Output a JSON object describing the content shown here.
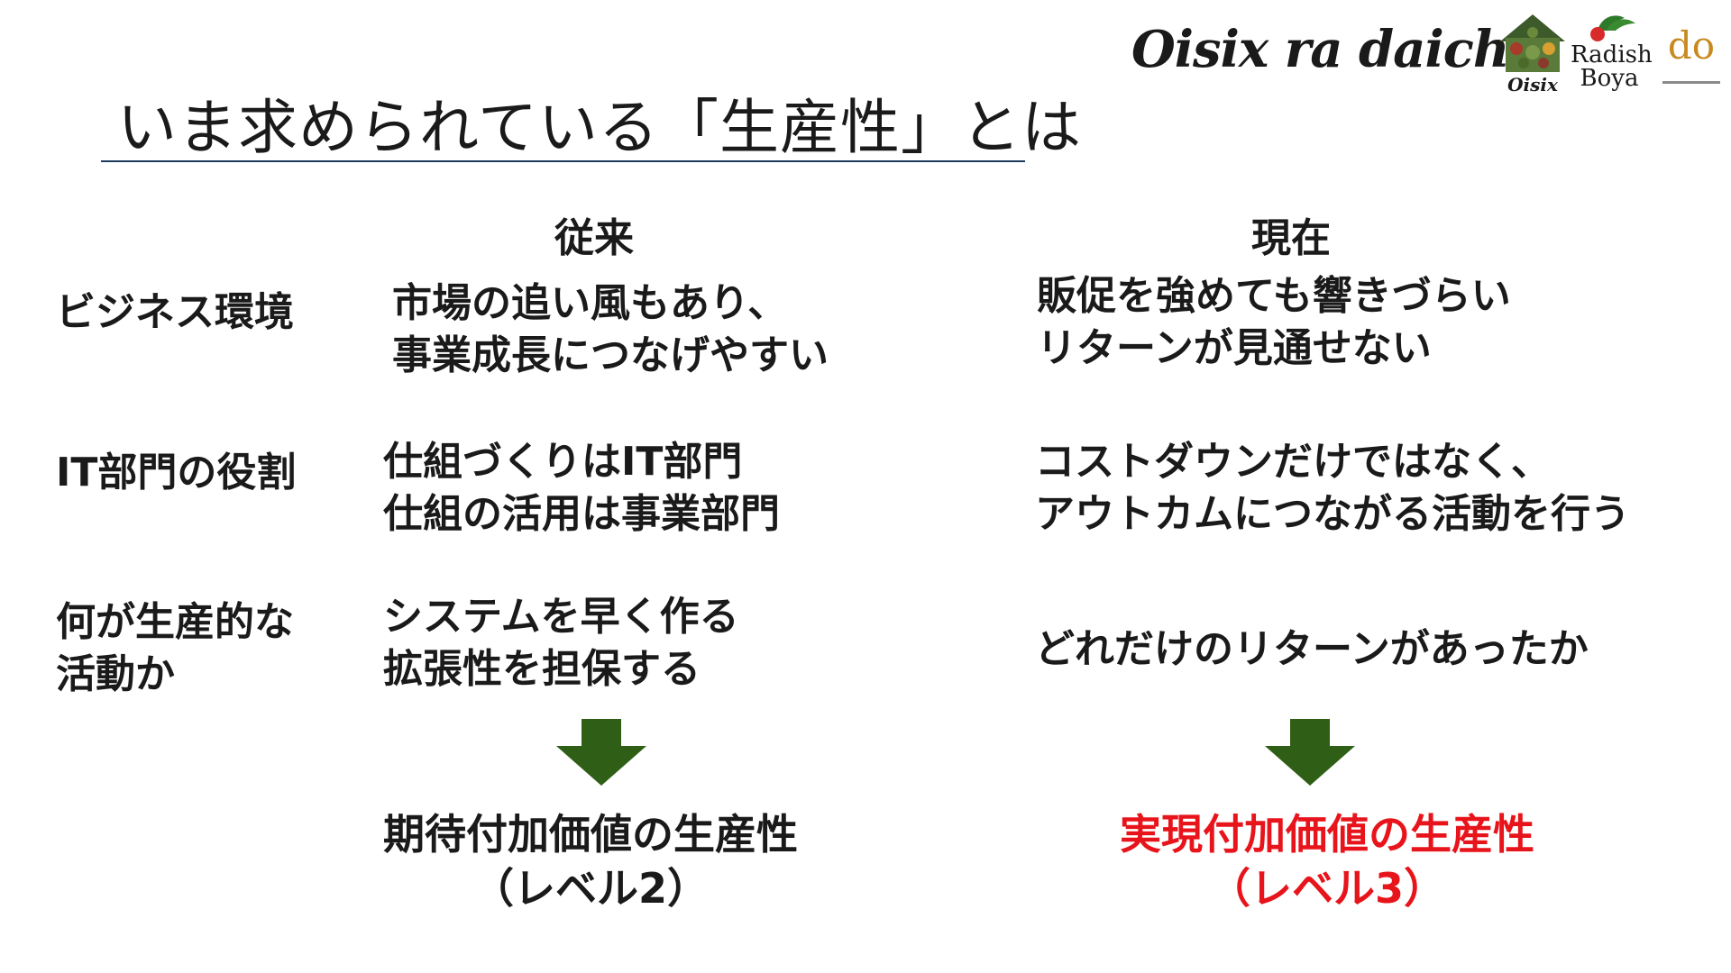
{
  "slide": {
    "title": "いま求められている「生産性」とは",
    "brand": {
      "name": "Oisix ra daichi",
      "logos": [
        {
          "name": "oisix-logo",
          "label": "Oisix"
        },
        {
          "name": "radish-boya-logo",
          "label_line1": "Radish",
          "label_line2": "Boya"
        },
        {
          "name": "daichi-logo",
          "label": "do"
        }
      ]
    },
    "columns": {
      "traditional": "従来",
      "current": "現在"
    },
    "rows": [
      {
        "label": [
          "ビジネス環境"
        ],
        "traditional": [
          "市場の追い風もあり、",
          "事業成長につなげやすい"
        ],
        "current": [
          "販促を強めても響きづらい",
          "リターンが見通せない"
        ]
      },
      {
        "label": [
          "IT部門の役割"
        ],
        "traditional": [
          "仕組づくりはIT部門",
          "仕組の活用は事業部門"
        ],
        "current": [
          "コストダウンだけではなく、",
          "アウトカムにつながる活動を行う"
        ]
      },
      {
        "label": [
          "何が生産的な",
          "活動か"
        ],
        "traditional": [
          "システムを早く作る",
          "拡張性を担保する"
        ],
        "current": [
          "どれだけのリターンがあったか"
        ]
      }
    ],
    "results": {
      "traditional": {
        "line1": "期待付加価値の生産性",
        "line2": "（レベル2）",
        "color": "#1a1a1a"
      },
      "current": {
        "line1": "実現付加価値の生産性",
        "line2": "（レベル3）",
        "color": "#e8141b"
      }
    },
    "colors": {
      "arrow": "#2f5f16",
      "title_rule": "#1f3a5f",
      "accent_red": "#e8141b"
    }
  }
}
